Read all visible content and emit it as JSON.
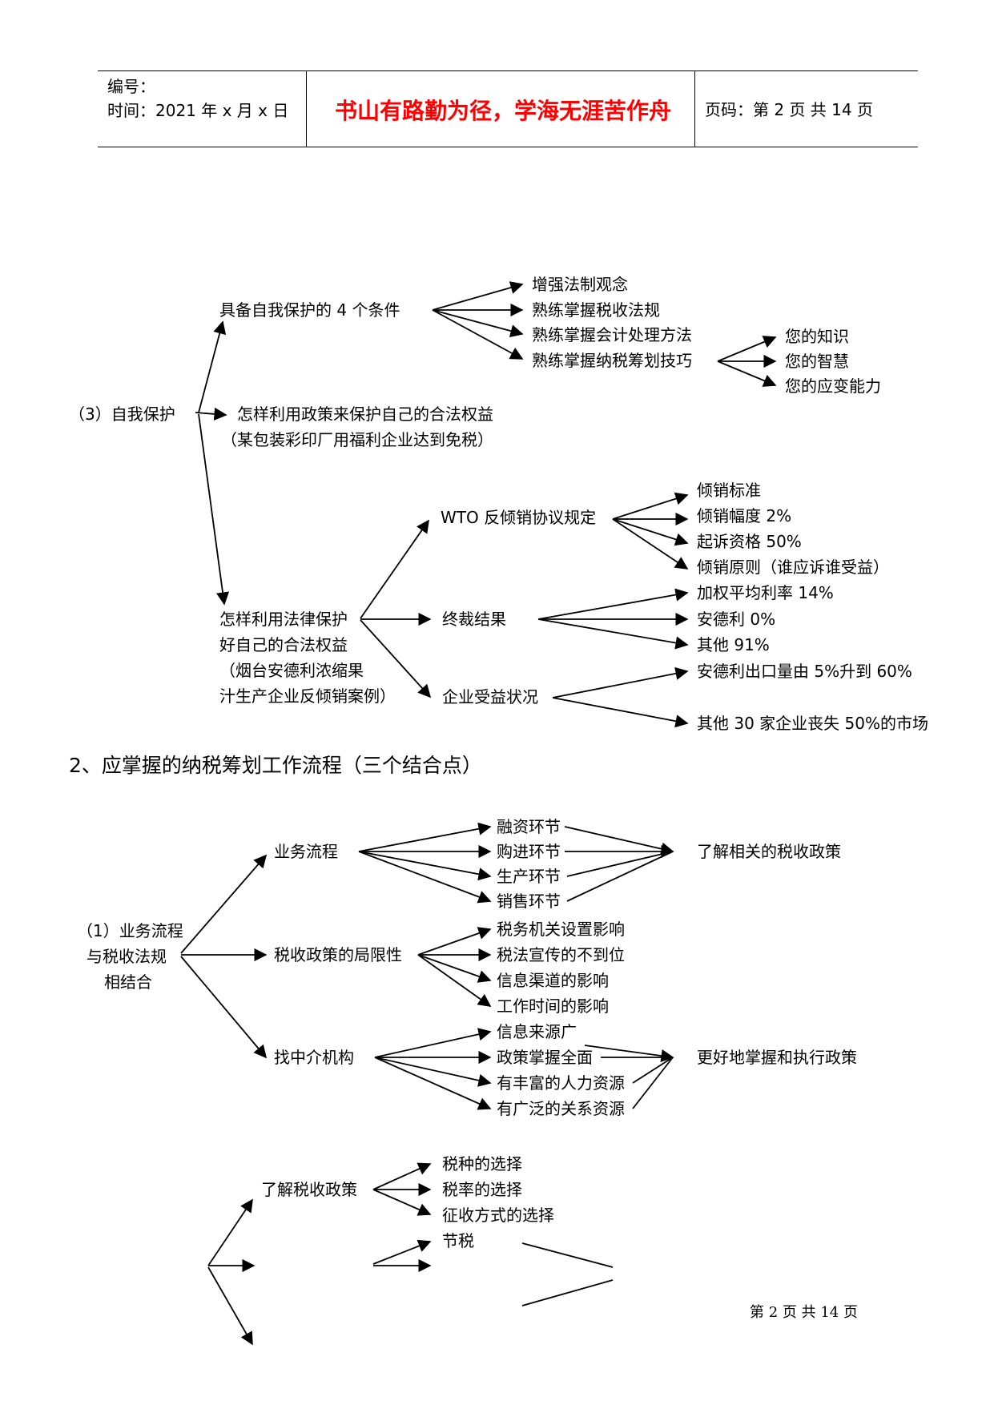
{
  "header": {
    "number_label": "编号：",
    "time_line": "时间：2021 年 x 月 x 日",
    "motto": "书山有路勤为径，学海无涯苦作舟",
    "page_code": "页码：第 2 页  共 14 页"
  },
  "self_protection": {
    "root": "（3）自我保护",
    "conditions": {
      "title": "具备自我保护的 4 个条件",
      "items": [
        "增强法制观念",
        "熟练掌握税收法规",
        "熟练掌握会计处理方法",
        "熟练掌握纳税筹划技巧"
      ],
      "skills": [
        "您的知识",
        "您的智慧",
        "您的应变能力"
      ]
    },
    "policy": {
      "title": "怎样利用政策来保护自己的合法权益",
      "example": "（某包装彩印厂用福利企业达到免税）"
    },
    "law": {
      "line1": "怎样利用法律保护",
      "line2": "好自己的合法权益",
      "line3": "（烟台安德利浓缩果",
      "line4": "汁生产企业反倾销案例）",
      "wto": {
        "title": "WTO 反倾销协议规定",
        "items": [
          "倾销标准",
          "倾销幅度 2%",
          "起诉资格 50%",
          "倾销原则（谁应诉谁受益）"
        ]
      },
      "ruling": {
        "title": "终裁结果",
        "items": [
          "加权平均利率 14%",
          "安德利 0%",
          "其他 91%"
        ]
      },
      "benefit": {
        "title": "企业受益状况",
        "items": [
          "安德利出口量由 5%升到 60%",
          "其他 30 家企业丧失 50%的市场"
        ]
      }
    }
  },
  "section2": {
    "heading": "2、应掌握的纳税筹划工作流程（三个结合点）",
    "root": {
      "line1": "（1）业务流程",
      "line2": "与税收法规",
      "line3": "相结合"
    },
    "business": {
      "title": "业务流程",
      "items": [
        "融资环节",
        "购进环节",
        "生产环节",
        "销售环节"
      ],
      "result": "了解相关的税收政策"
    },
    "limits": {
      "title": "税收政策的局限性",
      "items": [
        "税务机关设置影响",
        "税法宣传的不到位",
        "信息渠道的影响",
        "工作时间的影响"
      ]
    },
    "agency": {
      "title": "找中介机构",
      "items": [
        "信息来源广",
        "政策掌握全面",
        "有丰富的人力资源",
        "有广泛的关系资源"
      ],
      "result": "更好地掌握和执行政策"
    }
  },
  "section3": {
    "policy": {
      "title": "了解税收政策",
      "items": [
        "税种的选择",
        "税率的选择",
        "征收方式的选择"
      ]
    },
    "saving": "节税"
  },
  "footer": "第  2  页  共  14  页"
}
